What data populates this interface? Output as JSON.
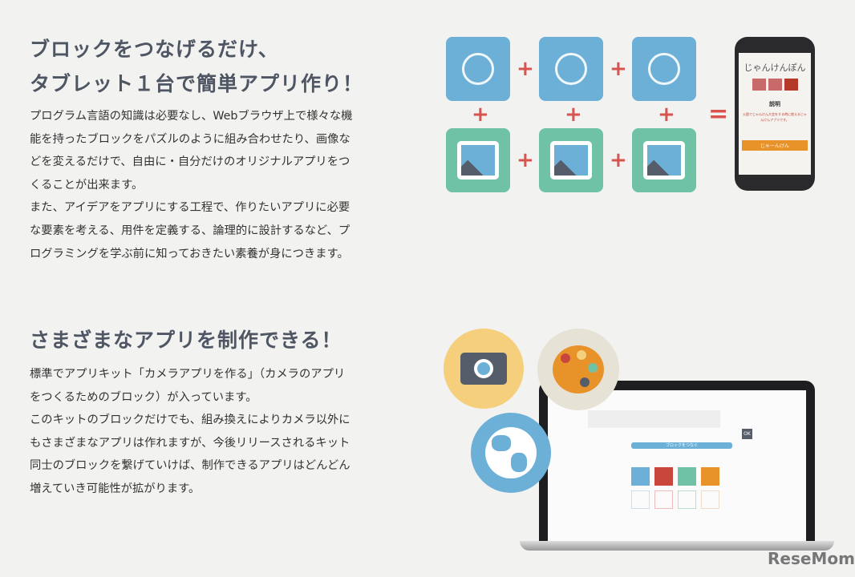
{
  "section1": {
    "heading": [
      "ブロックをつなげるだけ、",
      "タブレット１台で簡単アプリ作り！"
    ],
    "body": [
      "プログラム言語の知識は必要なし、Webブラウザ上で様々な機",
      "能を持ったブロックをパズルのように組み合わせたり、画像な",
      "どを変えるだけで、自由に・自分だけのオリジナルアプリをつ",
      "くることが出来ます。",
      "また、アイデアをアプリにする工程で、作りたいアプリに必要",
      "な要素を考える、用件を定義する、論理的に設計するなど、プ",
      "ログラミングを学ぶ前に知っておきたい素養が身につきます。"
    ],
    "plus": "+",
    "equals": "=",
    "phone": {
      "title": "じゃんけんぽん",
      "section": "説明",
      "desc": "公園でじゃんけん大会をする時に使えるじゃんけんアプリです。",
      "button": "じゃーんけん"
    }
  },
  "section2": {
    "heading": "さまざまなアプリを制作できる！",
    "body": [
      "標準でアプリキット「カメラアプリを作る」（カメラのアプリ",
      "をつくるためのブロック）が入っています。",
      "このキットのブロックだけでも、組み換えによりカメラ以外に",
      "もさまざまなアプリは作れますが、今後リリースされるキット",
      "同士のブロックを繋げていけば、制作できるアプリはどんどん",
      "増えていき可能性が拡がります。"
    ],
    "laptop": {
      "connect_button": "ブロックをつなぐ",
      "ok": "OK"
    }
  },
  "watermark": "ReseMom",
  "colors": {
    "heading": "#4f5663",
    "blue": "#6cb0d8",
    "green": "#6fc2a6",
    "plus": "#d9534f",
    "yellow": "#f5cf7c",
    "orange": "#e8922a"
  }
}
